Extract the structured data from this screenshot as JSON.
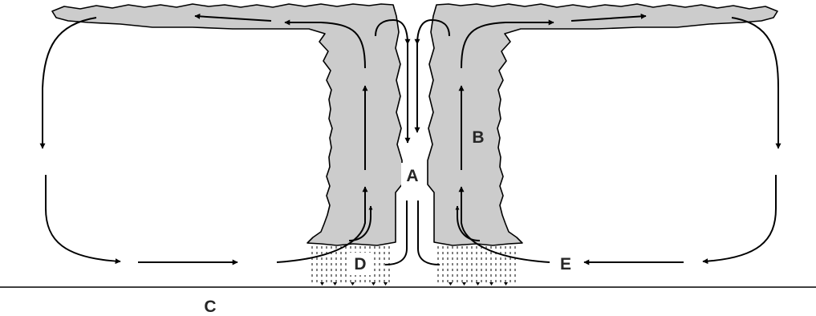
{
  "labels": {
    "a": "A",
    "b": "B",
    "c": "C",
    "d": "D",
    "e": "E"
  },
  "colors": {
    "cloud_fill": "#cccccc",
    "stroke": "#000000",
    "background": "#ffffff"
  }
}
